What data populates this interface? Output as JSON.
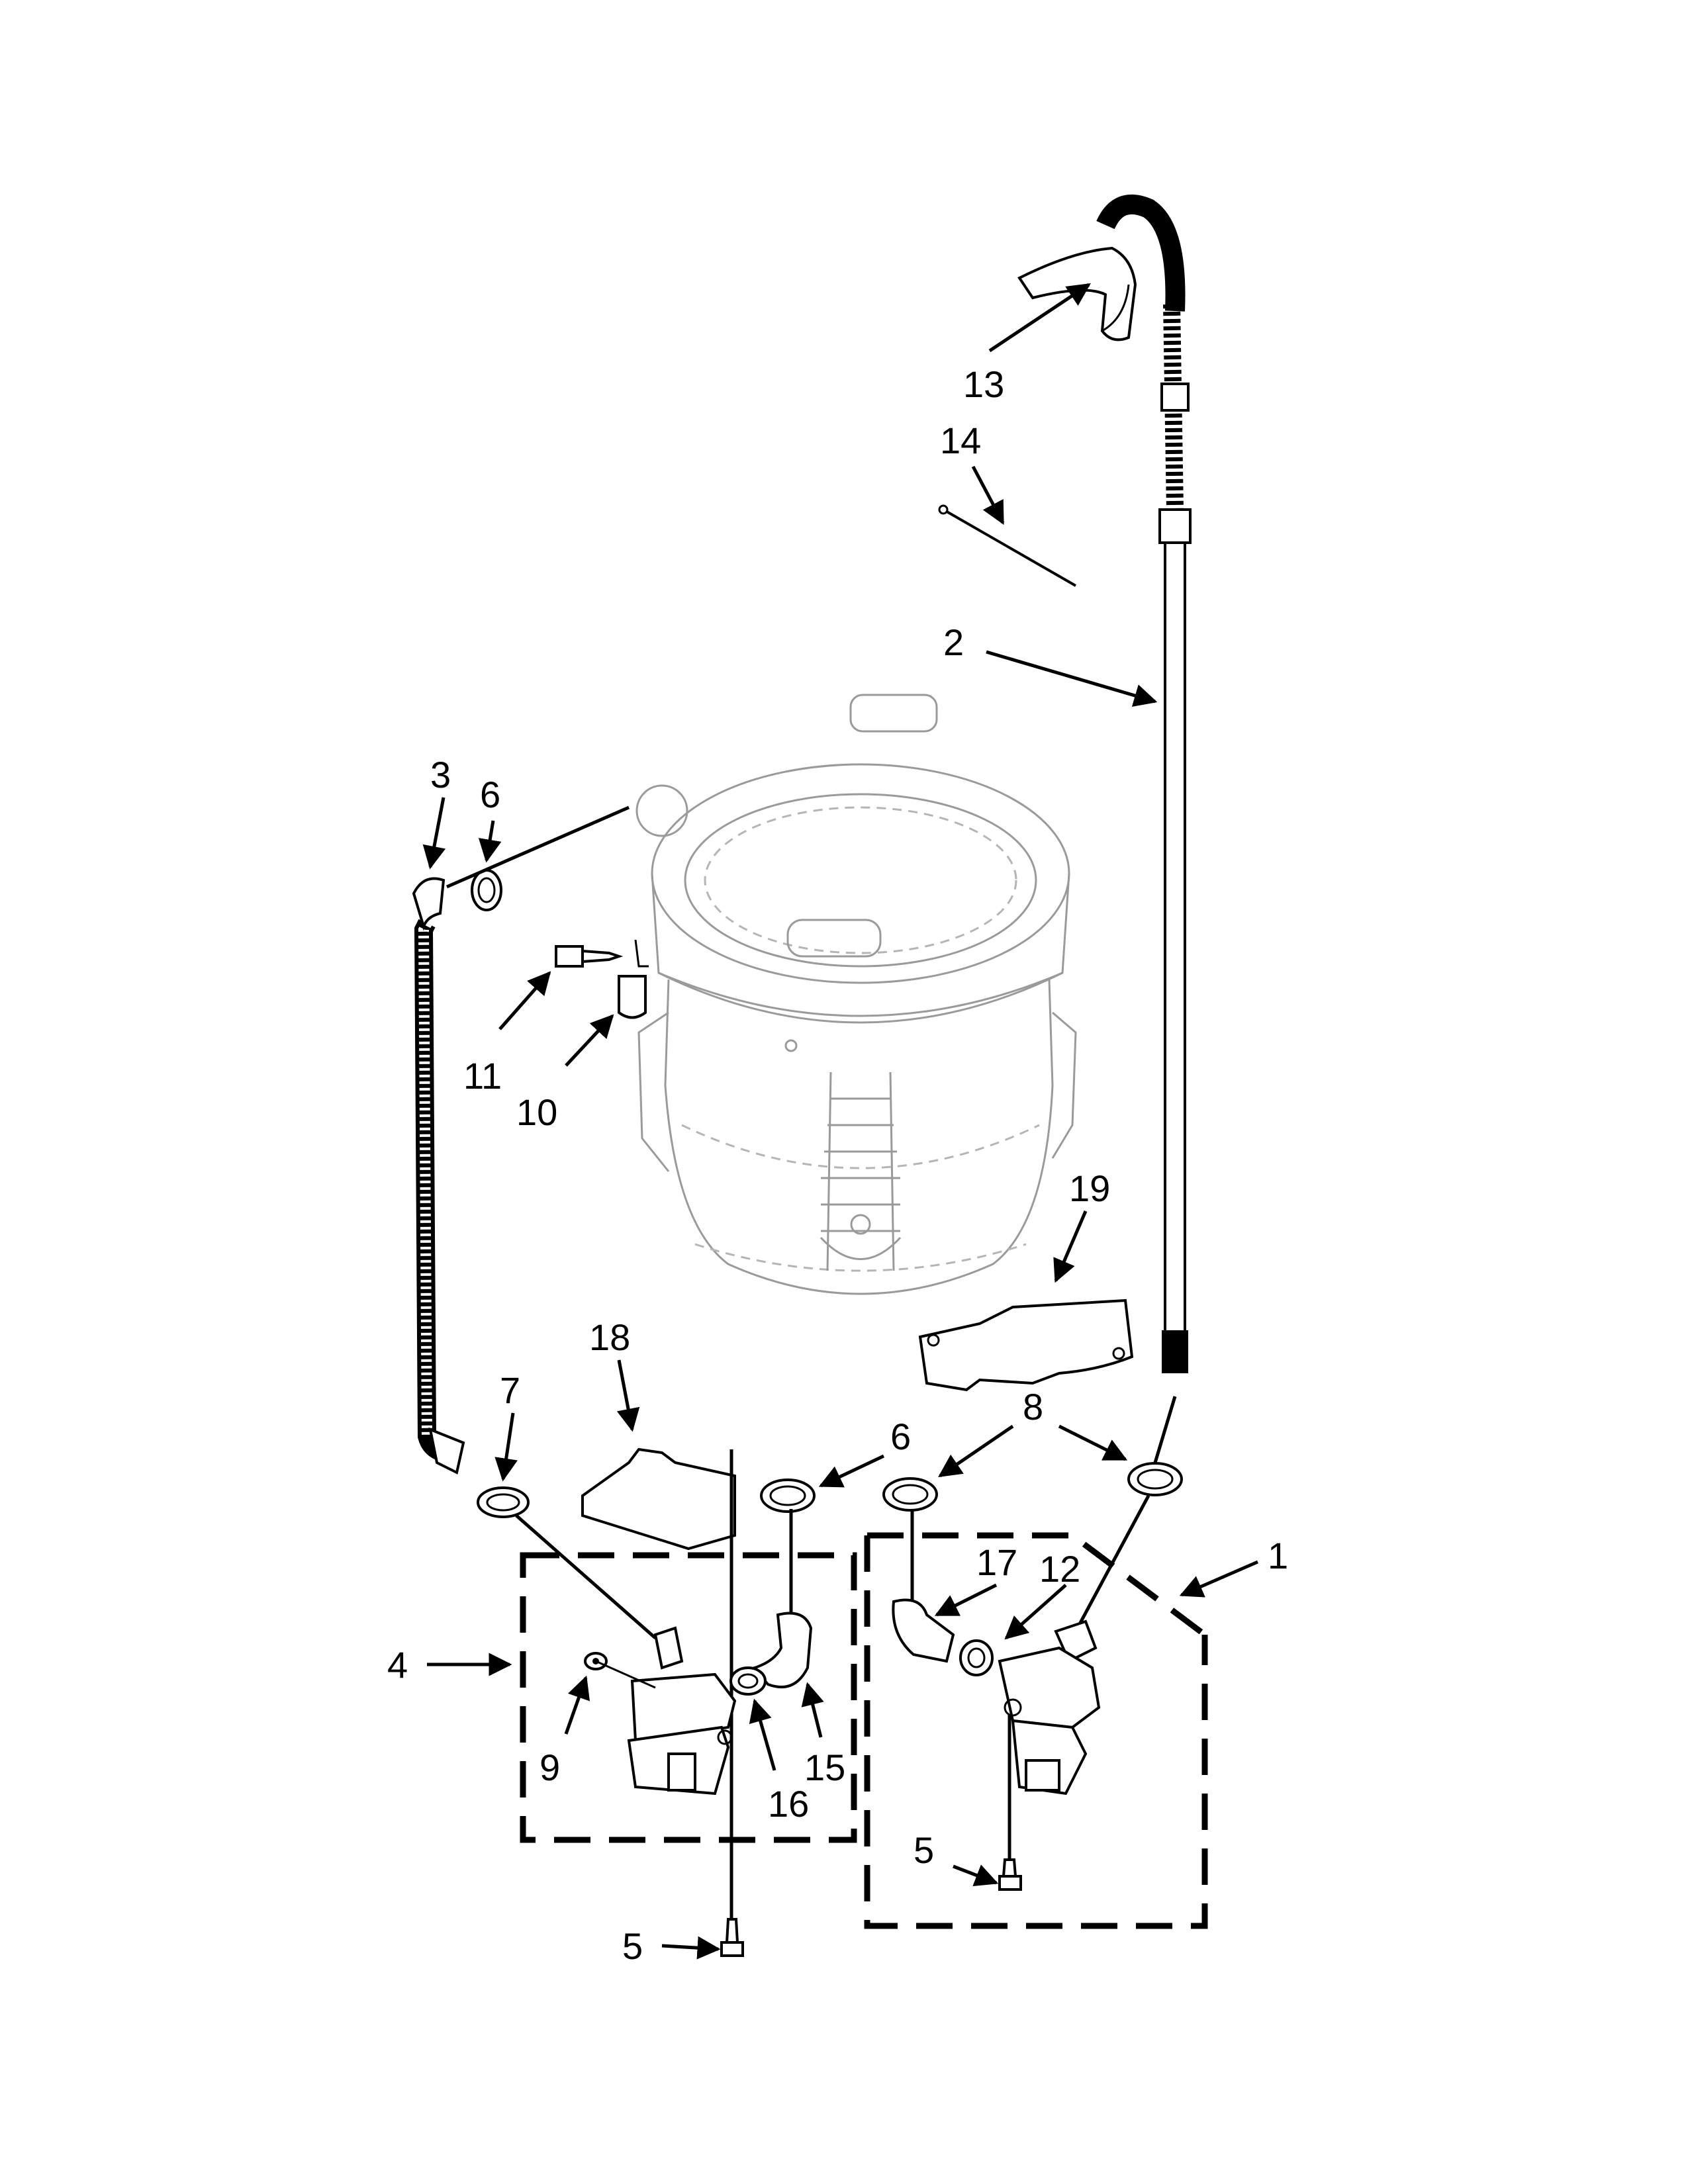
{
  "diagram": {
    "callouts": {
      "c1": "1",
      "c2": "2",
      "c3": "3",
      "c4": "4",
      "c5a": "5",
      "c5b": "5",
      "c6a": "6",
      "c6b": "6",
      "c7": "7",
      "c8": "8",
      "c9": "9",
      "c10": "10",
      "c11": "11",
      "c12": "12",
      "c13": "13",
      "c14": "14",
      "c15": "15",
      "c16": "16",
      "c17": "17",
      "c18": "18",
      "c19": "19"
    },
    "colors": {
      "ink": "#000000",
      "ghost_outline": "#9a9a9a",
      "background": "#ffffff"
    }
  }
}
